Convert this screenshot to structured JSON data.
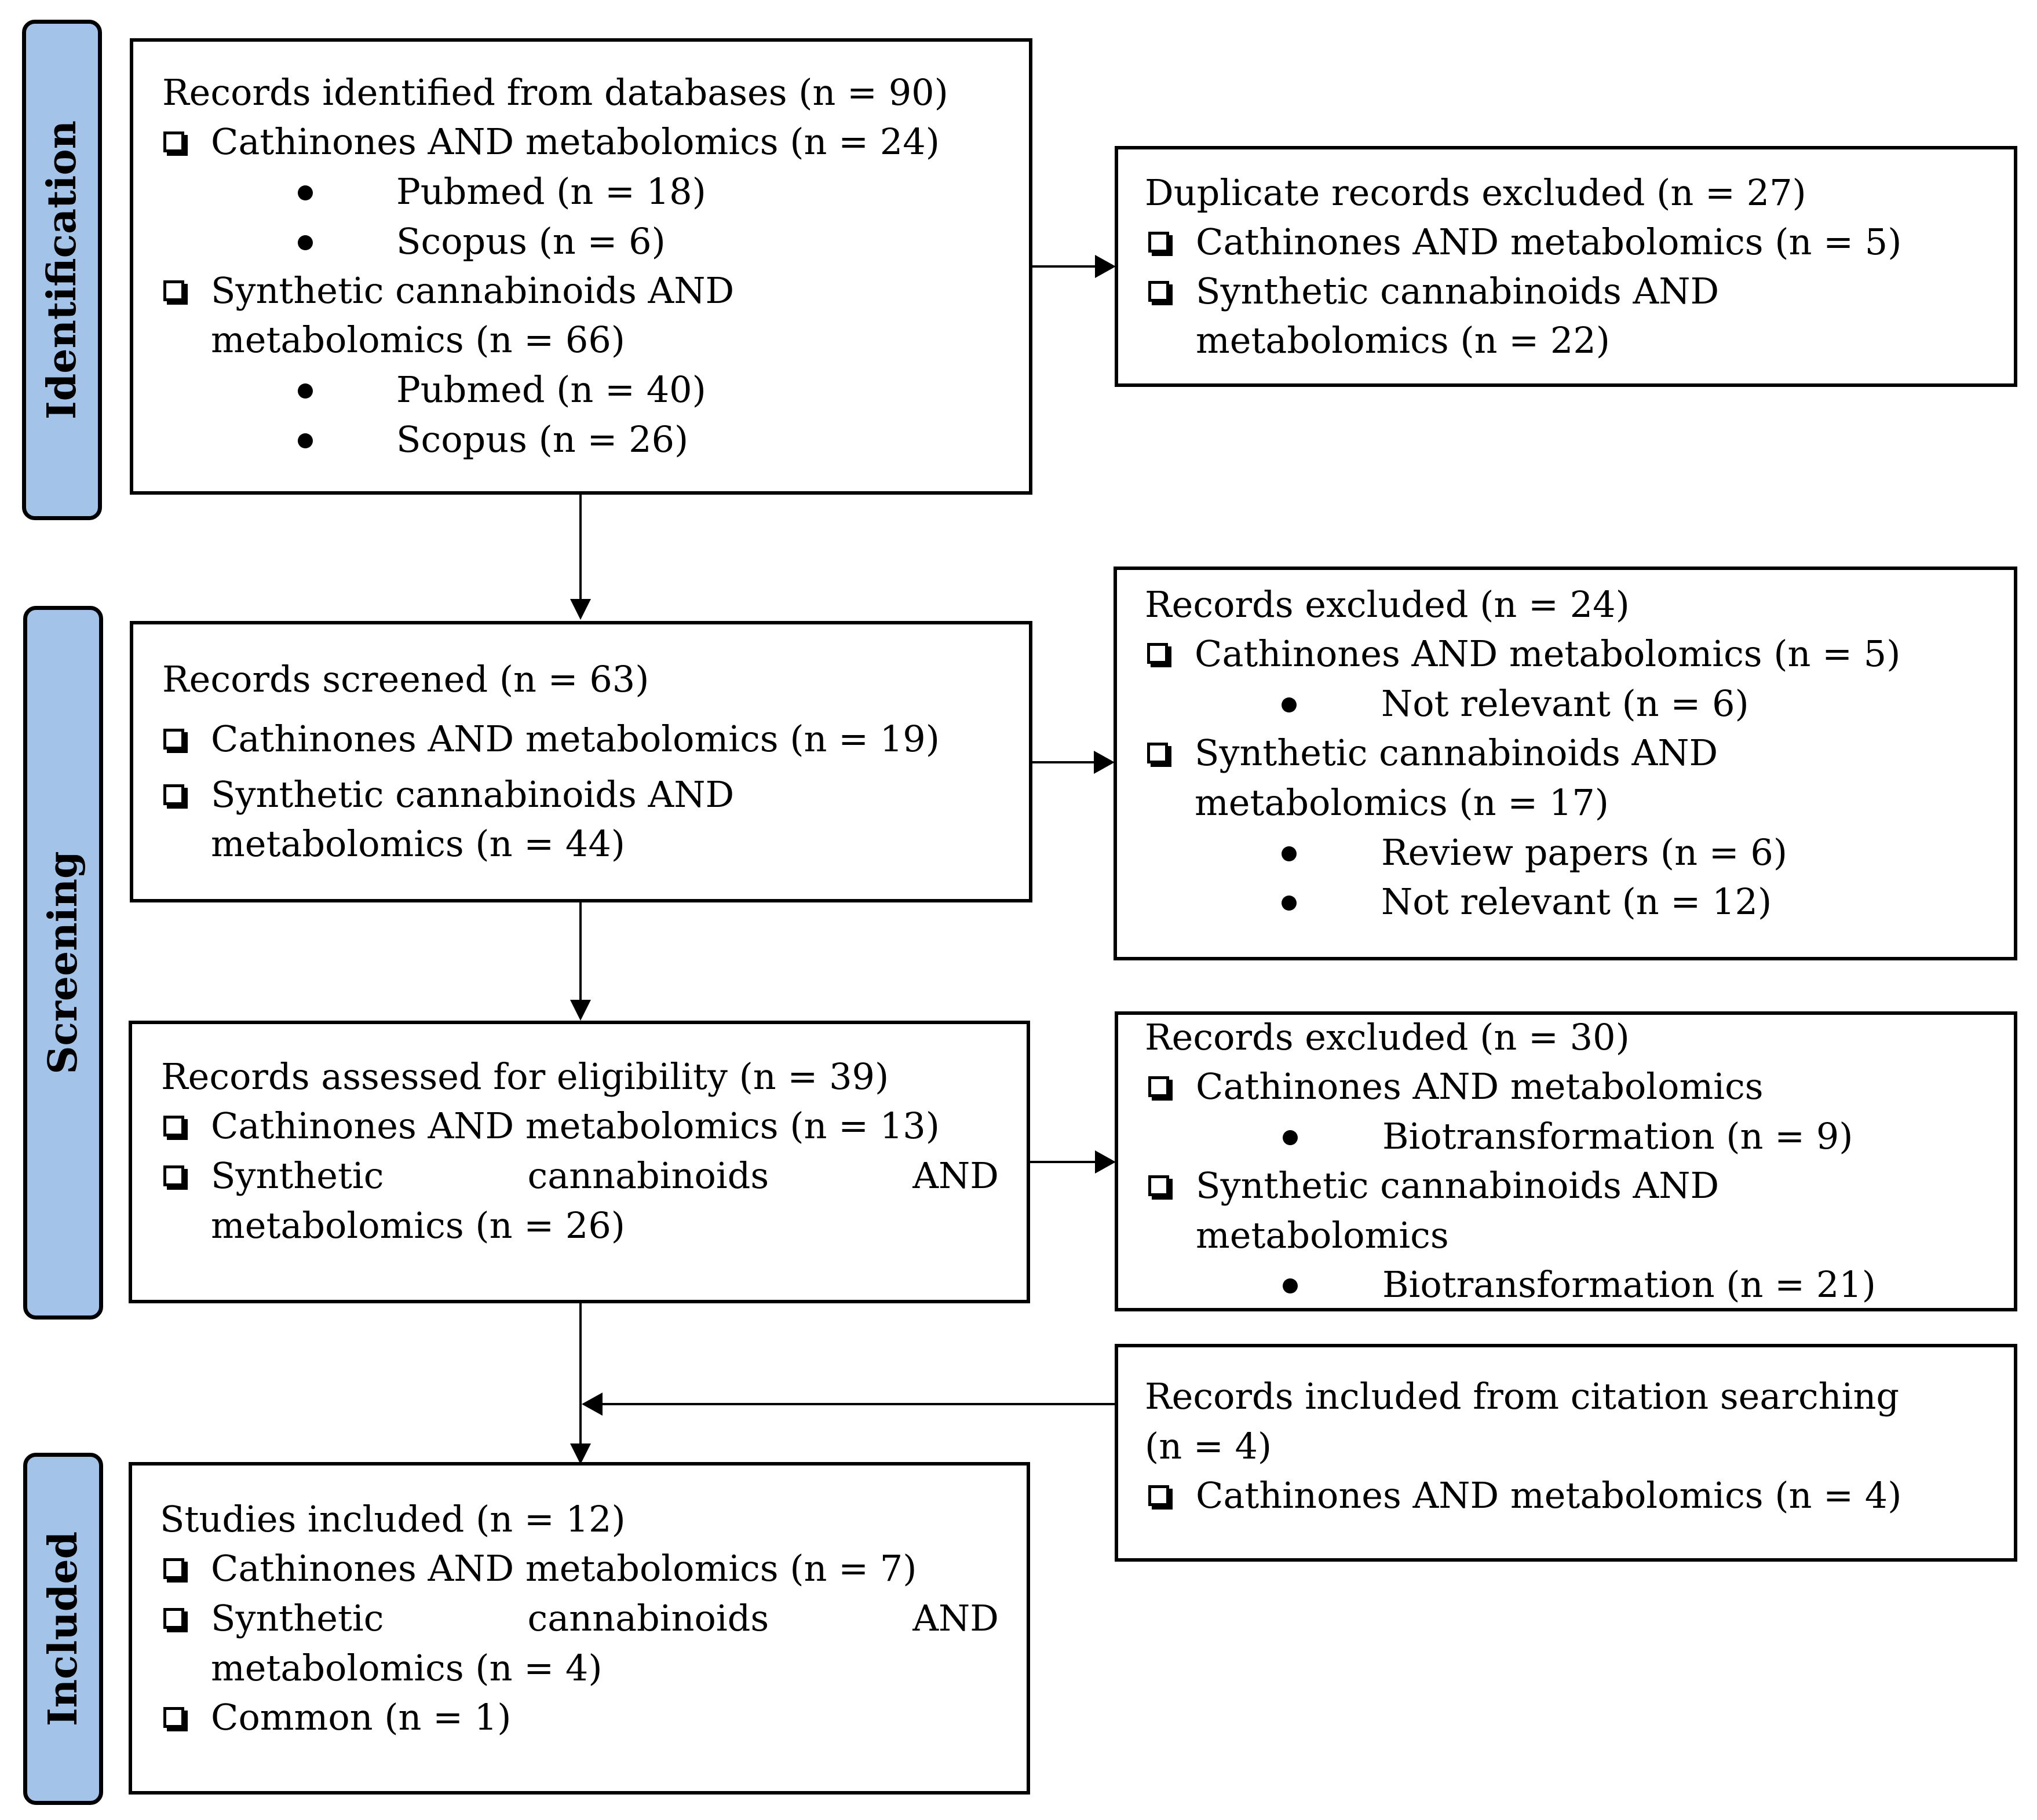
{
  "phases": {
    "identification": "Identification",
    "screening": "Screening",
    "included": "Included"
  },
  "identified": {
    "title": "Records identified from databases (n = 90)",
    "cath": "Cathinones AND metabolomics (n = 24)",
    "cath_pubmed": "Pubmed (n = 18)",
    "cath_scopus": "Scopus (n = 6)",
    "syn_line1": "Synthetic cannabinoids AND",
    "syn_line2": "metabolomics (n = 66)",
    "syn_pubmed": "Pubmed (n = 40)",
    "syn_scopus": "Scopus (n = 26)"
  },
  "duplicates": {
    "title": "Duplicate records excluded (n = 27)",
    "cath": "Cathinones AND metabolomics (n = 5)",
    "syn_line1": "Synthetic cannabinoids AND",
    "syn_line2": "metabolomics (n = 22)"
  },
  "screened": {
    "title": "Records screened (n = 63)",
    "cath": "Cathinones AND metabolomics (n = 19)",
    "syn_line1": "Synthetic cannabinoids AND",
    "syn_line2": "metabolomics (n = 44)"
  },
  "excluded1": {
    "title": "Records excluded (n = 24)",
    "cath": "Cathinones AND metabolomics (n = 5)",
    "cath_notrel": "Not relevant (n = 6)",
    "syn_line1": "Synthetic cannabinoids AND",
    "syn_line2": "metabolomics (n = 17)",
    "syn_review": "Review papers (n = 6)",
    "syn_notrel": "Not relevant (n = 12)"
  },
  "eligibility": {
    "title": "Records assessed for eligibility (n = 39)",
    "cath": "Cathinones AND metabolomics (n = 13)",
    "syn_w1": "Synthetic",
    "syn_w2": "cannabinoids",
    "syn_w3": "AND",
    "syn_line2": "metabolomics (n = 26)"
  },
  "excluded2": {
    "title": "Records excluded (n = 30)",
    "cath": "Cathinones AND metabolomics",
    "cath_bio": "Biotransformation (n = 9)",
    "syn_line1": "Synthetic cannabinoids AND",
    "syn_line2": "metabolomics",
    "syn_bio": "Biotransformation (n = 21)"
  },
  "citation": {
    "title_line1": "Records included from citation searching",
    "title_line2": "(n = 4)",
    "cath": "Cathinones AND metabolomics (n = 4)"
  },
  "included": {
    "title": "Studies included (n = 12)",
    "cath": "Cathinones AND metabolomics (n = 7)",
    "syn_w1": "Synthetic",
    "syn_w2": "cannabinoids",
    "syn_w3": "AND",
    "syn_line2": "metabolomics (n = 4)",
    "common": "Common (n = 1)"
  }
}
